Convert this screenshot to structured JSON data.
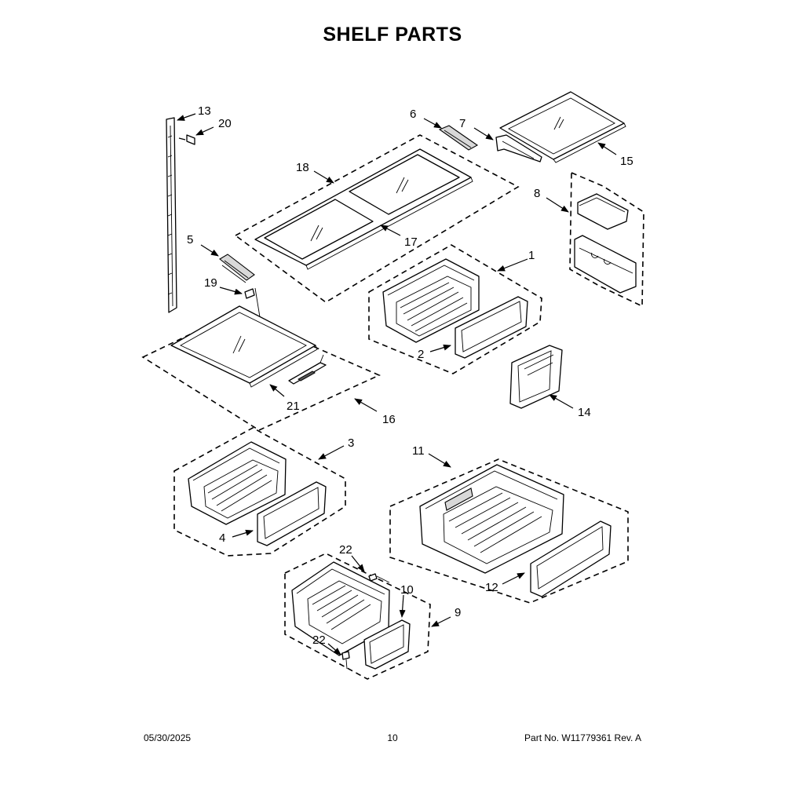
{
  "page": {
    "title": "SHELF PARTS",
    "footer_date": "05/30/2025",
    "footer_page": "10",
    "footer_part": "Part No.  W11779361  Rev.  A"
  },
  "callouts": {
    "c1": "1",
    "c2": "2",
    "c3": "3",
    "c4": "4",
    "c5": "5",
    "c6": "6",
    "c7": "7",
    "c8": "8",
    "c9": "9",
    "c10": "10",
    "c11": "11",
    "c12": "12",
    "c13": "13",
    "c14": "14",
    "c15": "15",
    "c16": "16",
    "c17": "17",
    "c18": "18",
    "c19": "19",
    "c20": "20",
    "c21": "21",
    "c22a": "22",
    "c22b": "22"
  }
}
